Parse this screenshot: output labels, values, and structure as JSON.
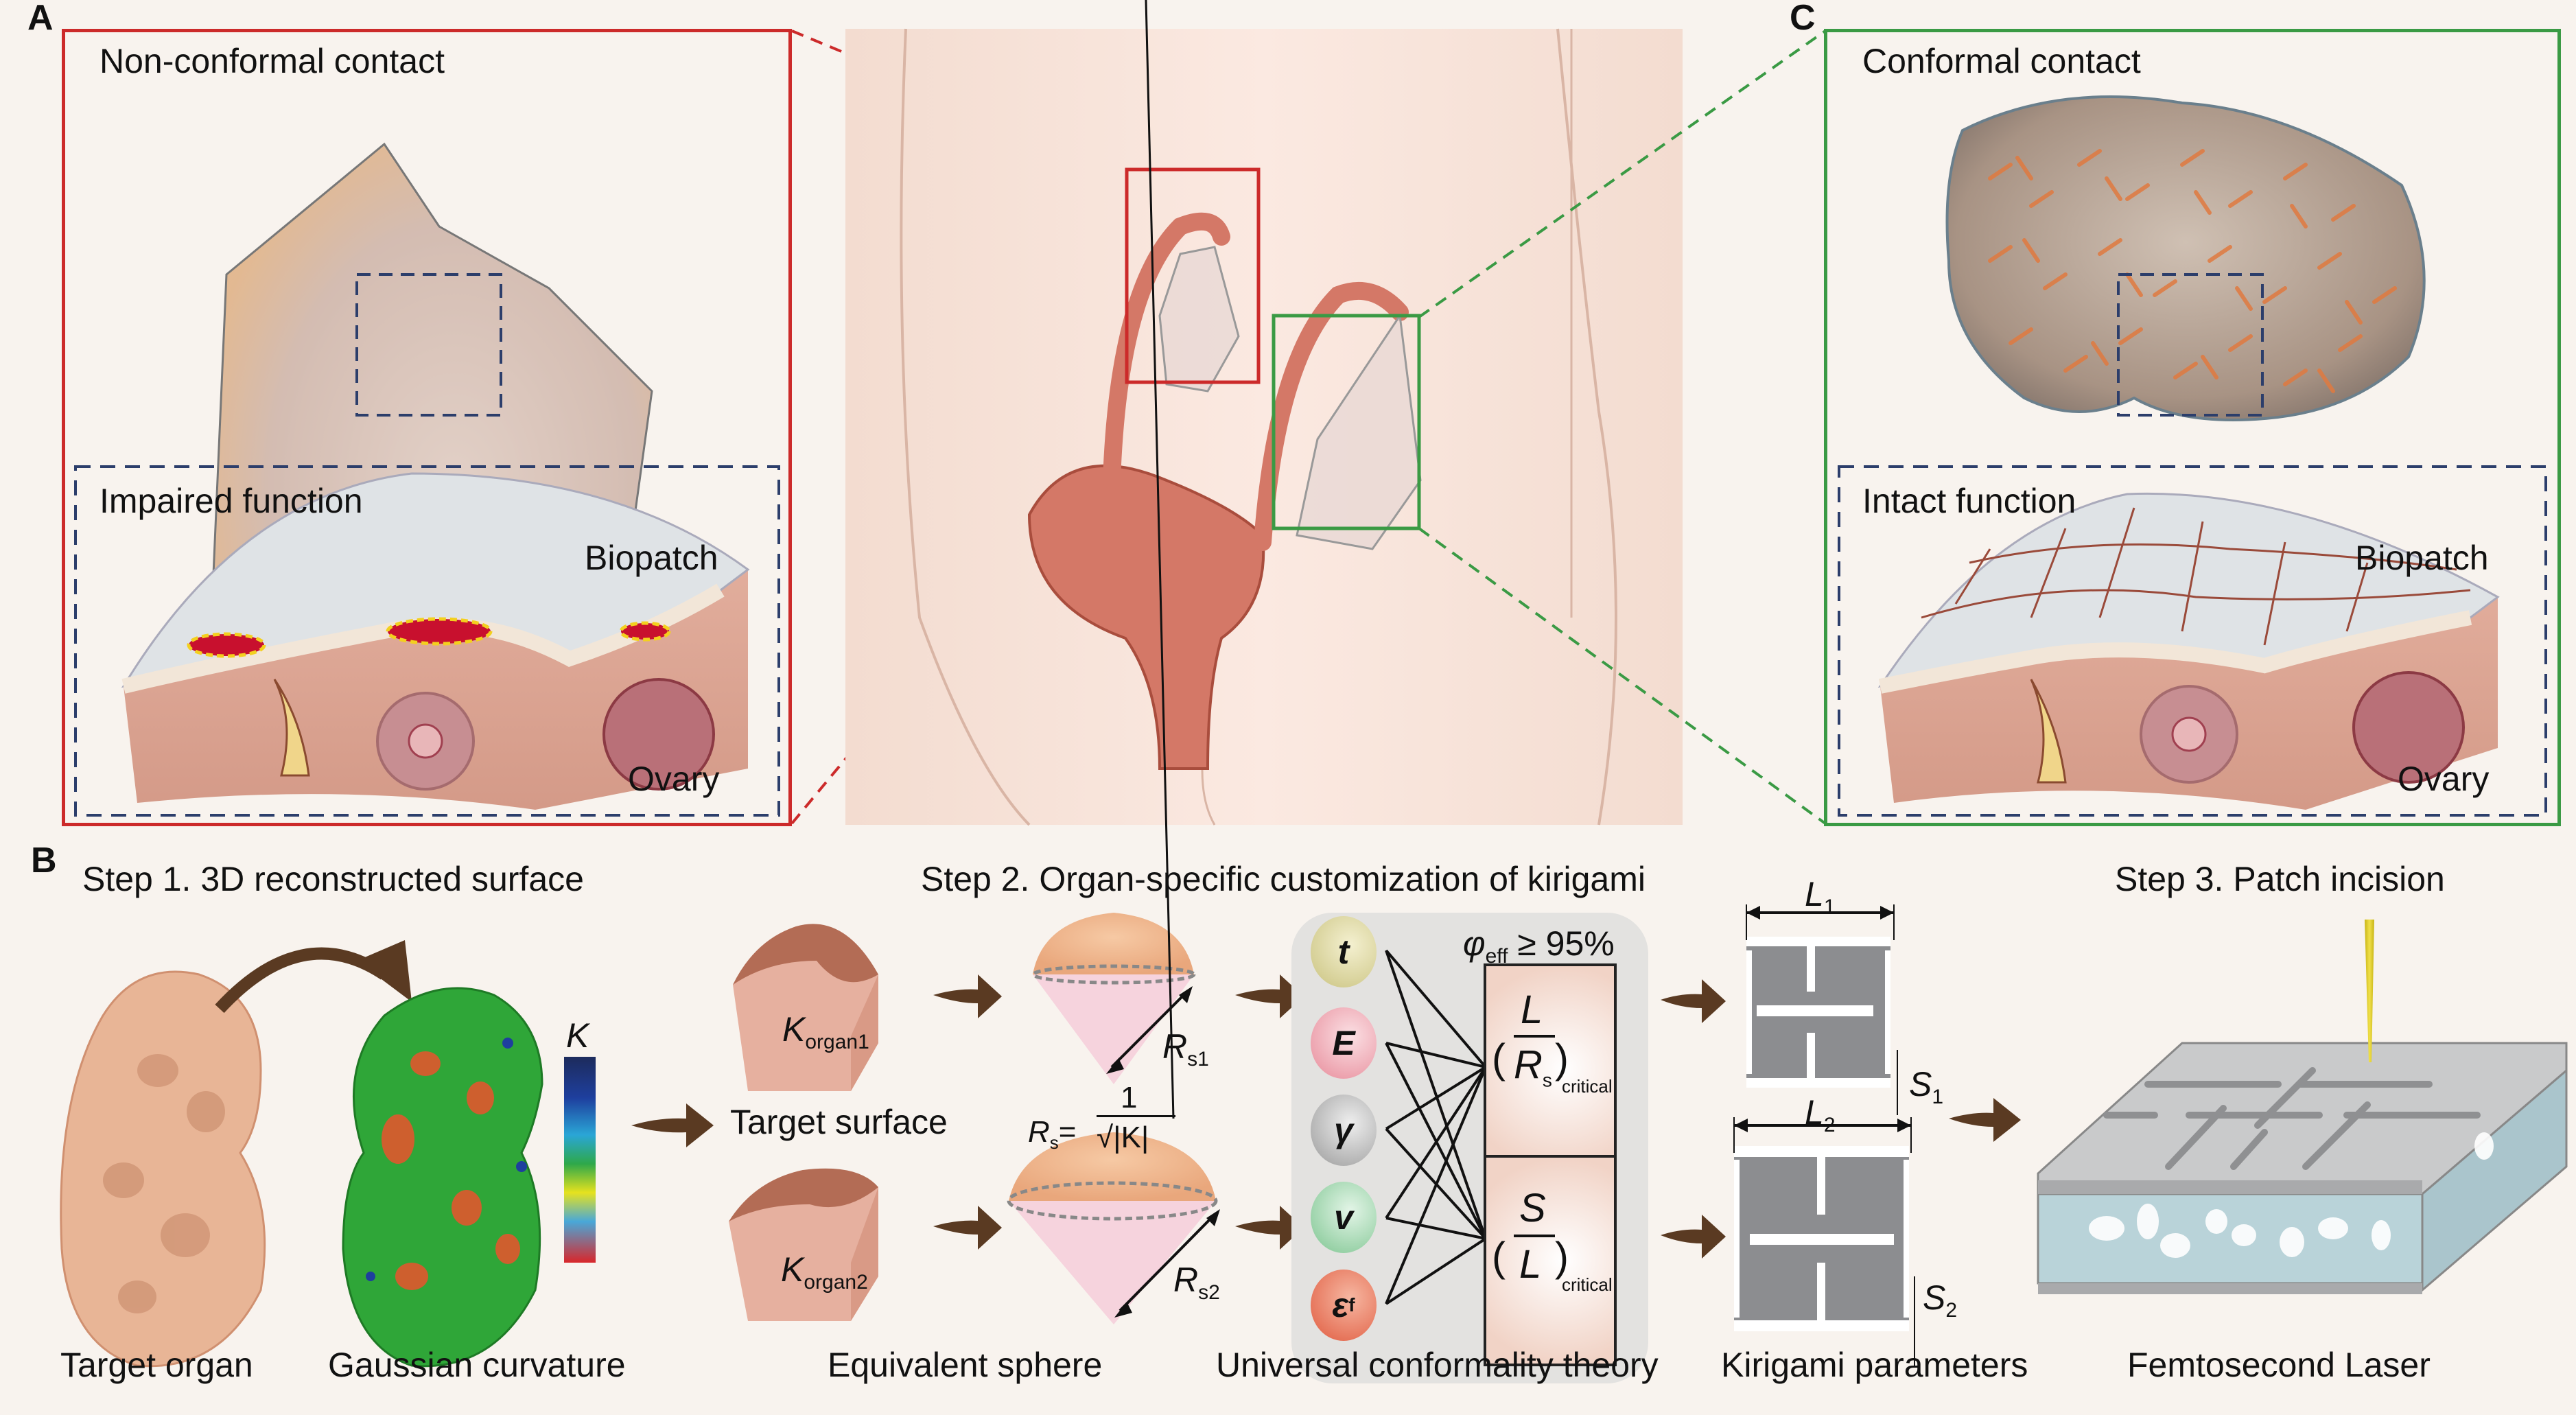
{
  "panels": {
    "A": {
      "letter": "A",
      "title": "Non-conformal contact",
      "inset_title": "Impaired function",
      "biopatch_label": "Biopatch",
      "organ_label": "Ovary",
      "border_color": "#cc2a2a"
    },
    "B": {
      "letter": "B",
      "step1": {
        "title": "Step 1. 3D reconstructed surface",
        "caption_left": "Target organ",
        "caption_right": "Gaussian curvature",
        "colorbar_label": "K",
        "colorbar_colors": [
          "#1d2b5c",
          "#1e3f9e",
          "#2aa6d6",
          "#2ea84a",
          "#e6e21e",
          "#49a8d8",
          "#d9262a"
        ]
      },
      "step2": {
        "title": "Step 2. Organ-specific customization of kirigami",
        "target_surface": "Target surface",
        "organ1_K": "K",
        "organ1_sub": "organ1",
        "organ2_K": "K",
        "organ2_sub": "organ2",
        "rs1": "R",
        "rs1_sub": "s1",
        "rs2": "R",
        "rs2_sub": "s2",
        "formula_lhs": "R",
        "formula_lhs_sub": "s",
        "formula_eq": "=",
        "formula_num": "1",
        "formula_den": "√|K|",
        "caption_sphere": "Equivalent sphere",
        "caption_theory": "Universal conformality theory",
        "phi_symbol": "φ",
        "phi_sub": "eff",
        "phi_condition": "≥ 95%",
        "nodes": [
          {
            "symbol": "t",
            "sub": "",
            "color": "#c9c27e"
          },
          {
            "symbol": "E",
            "sub": "",
            "color": "#e78a99"
          },
          {
            "symbol": "γ",
            "sub": "",
            "color": "#9a9a9a"
          },
          {
            "symbol": "v",
            "sub": "",
            "color": "#7cc48f"
          },
          {
            "symbol": "ε",
            "sub": "f",
            "color": "#e05a3e"
          }
        ],
        "formula1": {
          "num": "L",
          "den": "R",
          "den_sub": "s",
          "sub": "critical"
        },
        "formula2": {
          "num": "S",
          "den": "L",
          "den_sub": "",
          "sub": "critical"
        }
      },
      "kirigami": {
        "L1": "L",
        "L1_sub": "1",
        "S1": "S",
        "S1_sub": "1",
        "L2": "L",
        "L2_sub": "2",
        "S2": "S",
        "S2_sub": "2",
        "caption": "Kirigami parameters"
      },
      "step3": {
        "title": "Step 3. Patch incision",
        "caption": "Femtosecond Laser"
      }
    },
    "C": {
      "letter": "C",
      "title": "Conformal contact",
      "inset_title": "Intact function",
      "biopatch_label": "Biopatch",
      "organ_label": "Ovary",
      "border_color": "#3a9a44"
    }
  },
  "colors": {
    "arrow": "#5a3a22",
    "inset_dash": "#2c3e6b",
    "organ_brown": "#b36c55",
    "organ_pink": "#e6b09f",
    "kirigami_gray": "#8c8d90",
    "theory_bg": "#e3e2e0"
  }
}
